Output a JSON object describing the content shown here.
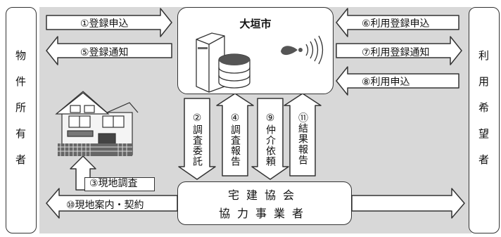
{
  "left_party": "物件所有者",
  "right_party": "利用希望者",
  "city": "大垣市",
  "cooperator": {
    "line1": "宅建協会",
    "line2": "協力事業者"
  },
  "arrows": {
    "a1": "①登録申込",
    "a2": "②調査委託",
    "a3": "③現地調査",
    "a4": "④調査報告",
    "a5": "⑤登録通知",
    "a6": "⑥利用登録申込",
    "a7": "⑦利用登録通知",
    "a8": "⑧利用申込",
    "a9": "⑨仲介依頼",
    "a10": "⑩現地案内・契約",
    "a11": "⑪結果報告"
  },
  "icons": [
    "server-database-icon",
    "broadcast-signal-icon",
    "house-icon"
  ]
}
